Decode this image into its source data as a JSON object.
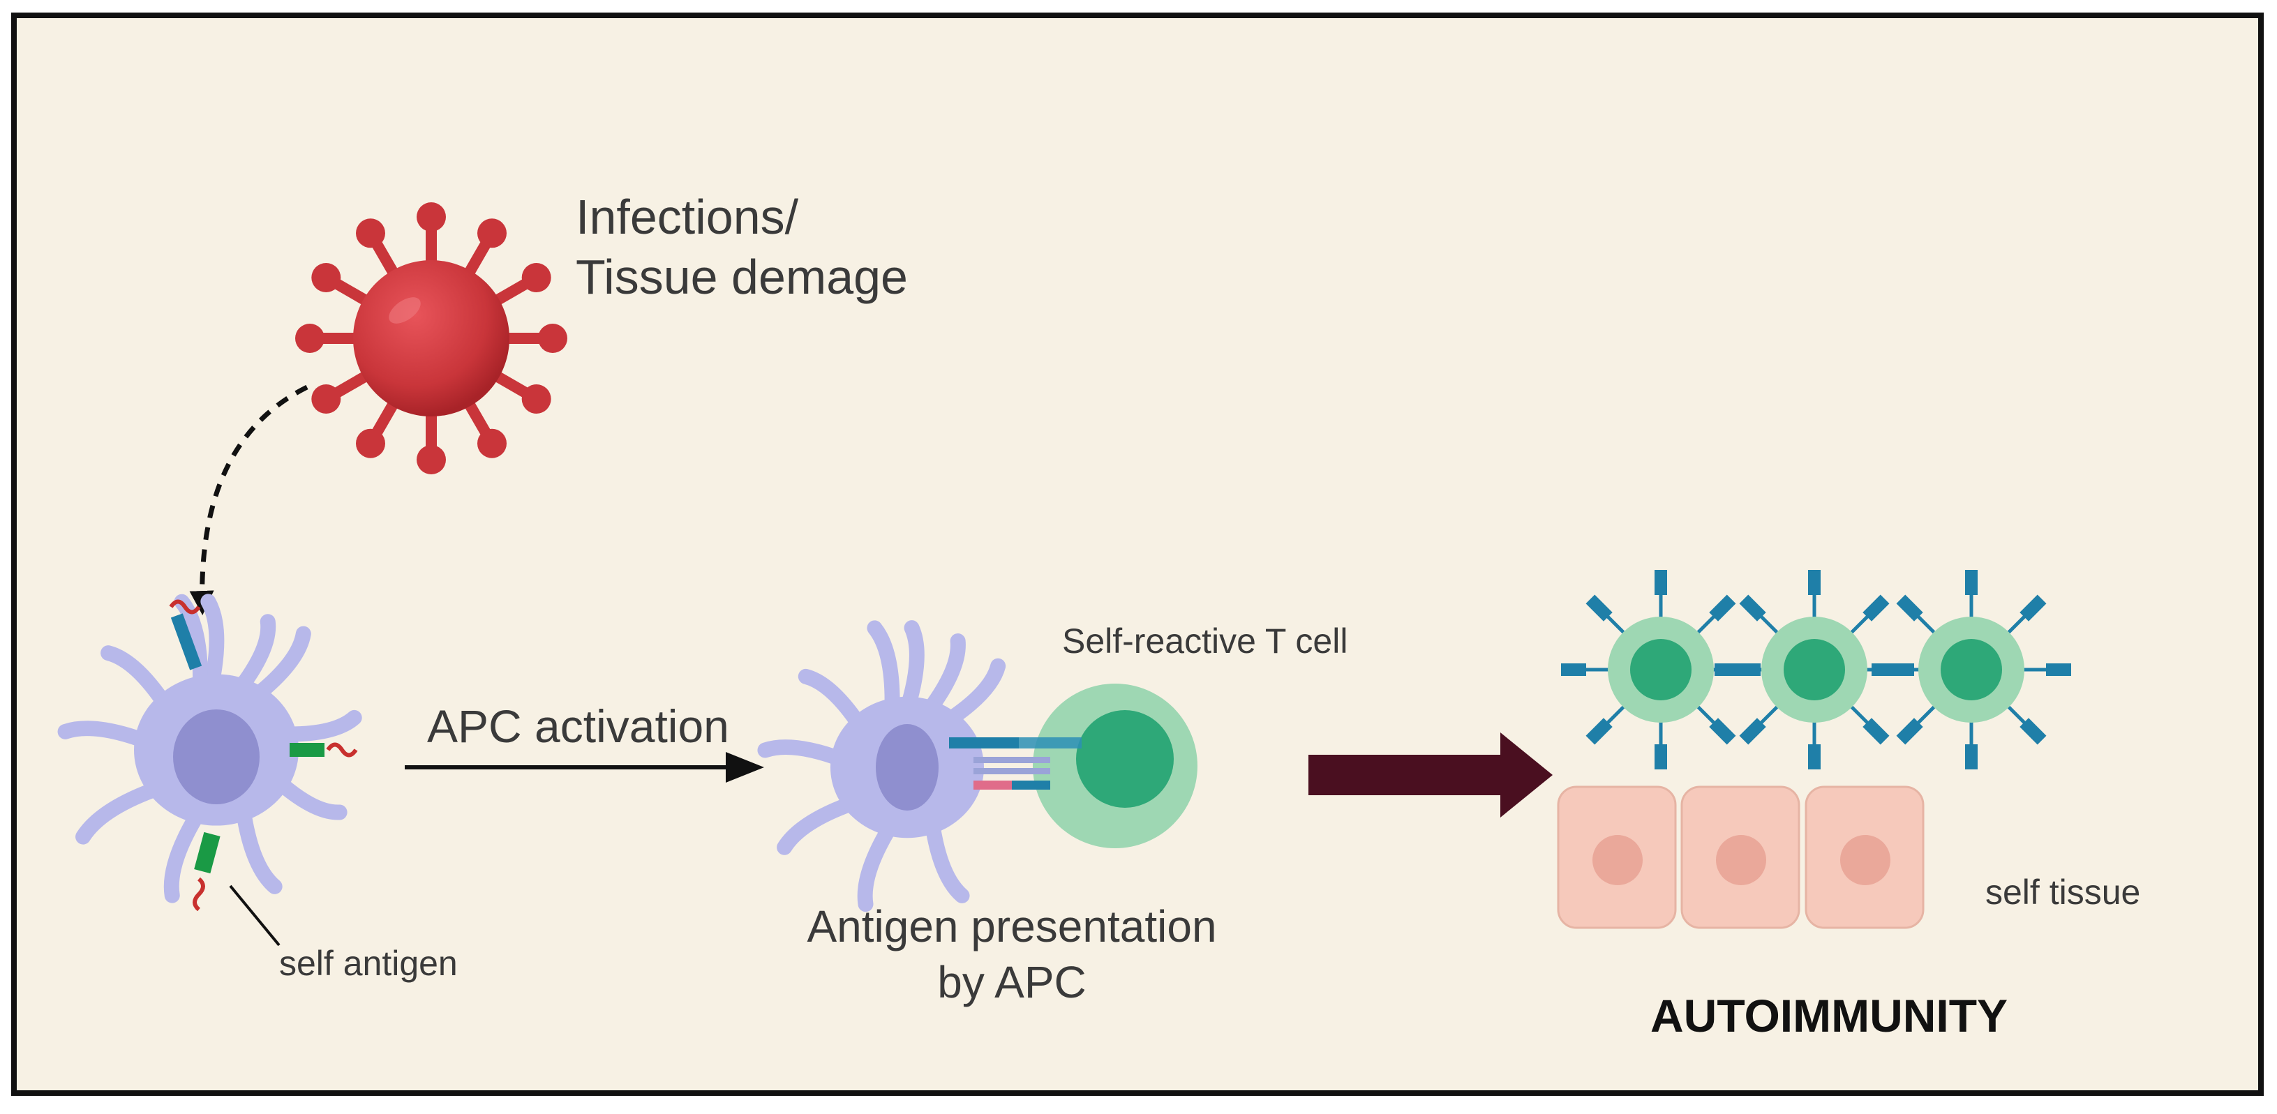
{
  "labels": {
    "infection": [
      "Infections/",
      "Tissue demage"
    ],
    "self_antigen": "self antigen",
    "apc_activation": "APC activation",
    "self_reactive_t_cell": "Self-reactive T cell",
    "antigen_presentation": [
      "Antigen presentation",
      "by APC"
    ],
    "self_tissue": "self tissue",
    "autoimmunity": "AUTOIMMUNITY"
  },
  "colors": {
    "background": "#f7f1e4",
    "frame": "#111111",
    "virus": "#c9353a",
    "virus_dark": "#a82328",
    "apc_membrane": "#b7b8ea",
    "apc_nucleus": "#8f8fcf",
    "t_cell_outer": "#9ed7b3",
    "t_cell_nucleus": "#2ea878",
    "tissue_cell": "#f6c9bb",
    "tissue_nucleus": "#eaa89a",
    "receptor_blue": "#1f7fa8",
    "receptor_green": "#1a9a45",
    "antigen_red": "#c8302e",
    "big_arrow": "#4a0f20",
    "text": "#3a3a3a",
    "text_bold": "#111111"
  },
  "icons": [
    "virus-icon",
    "apc-cell-icon",
    "t-cell-icon",
    "antibody-icon",
    "tissue-cell-icon"
  ]
}
